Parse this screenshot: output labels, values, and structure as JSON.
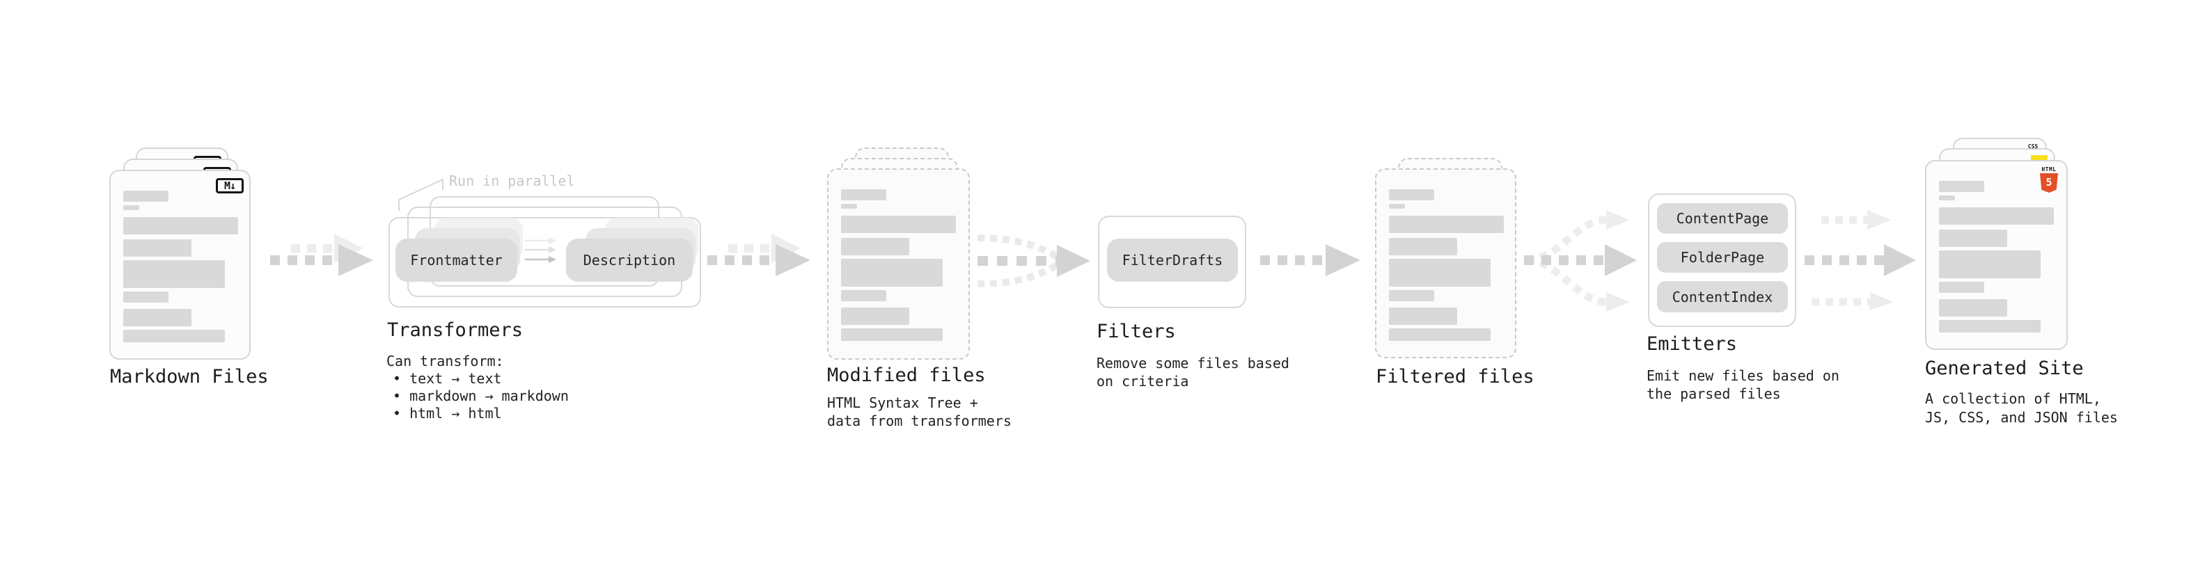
{
  "diagram": {
    "stages": {
      "markdown_files": {
        "title": "Markdown Files",
        "icon_label": "M↓"
      },
      "transformers": {
        "title": "Transformers",
        "annotation": "Run in parallel",
        "pills": [
          "Frontmatter",
          "Description"
        ],
        "note_heading": "Can transform:",
        "bullets": [
          "• text → text",
          "• markdown → markdown",
          "• html → html"
        ]
      },
      "modified_files": {
        "title": "Modified files",
        "subtitle": "HTML Syntax Tree +\ndata from transformers"
      },
      "filters": {
        "title": "Filters",
        "pills": [
          "FilterDrafts"
        ],
        "subtitle": "Remove some files based\non criteria"
      },
      "filtered_files": {
        "title": "Filtered files"
      },
      "emitters": {
        "title": "Emitters",
        "pills": [
          "ContentPage",
          "FolderPage",
          "ContentIndex"
        ],
        "subtitle": "Emit new files based on\nthe parsed files"
      },
      "generated_site": {
        "title": "Generated Site",
        "subtitle": "A collection of HTML,\nJS, CSS, and JSON files",
        "html5_label": "HTML",
        "html5_numeral": "5",
        "css_label": "CSS"
      }
    },
    "colors": {
      "html5_orange": "#E34F26",
      "js_yellow": "#F7DF1E",
      "css_blue": "#2965F1",
      "placeholder_gray": "#d9d9d9",
      "arrow_gray": "#d3d3d3",
      "arrow_ghost": "#ededed"
    }
  }
}
